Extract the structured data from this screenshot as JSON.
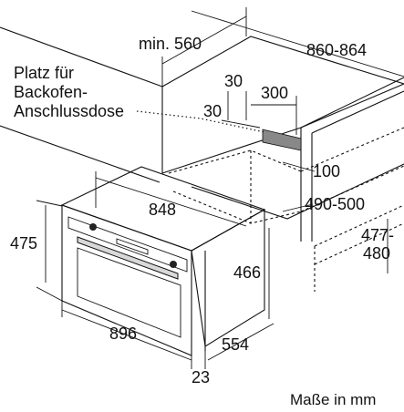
{
  "dimensions": {
    "min_depth": "min. 560",
    "width_range": "860-864",
    "top_offset": "30",
    "socket_width": "300",
    "side_offset": "30",
    "inner_offset": "100",
    "depth_range": "490-500",
    "height_range_top": "477-",
    "height_range_bottom": "480",
    "oven_width_front": "848",
    "oven_height": "475",
    "oven_body_height": "466",
    "oven_total_width": "896",
    "oven_depth": "554",
    "door_thickness": "23"
  },
  "socket_note": {
    "line1": "Platz für",
    "line2": "Backofen-",
    "line3": "Anschlussdose"
  },
  "units_note": "Maße in mm"
}
